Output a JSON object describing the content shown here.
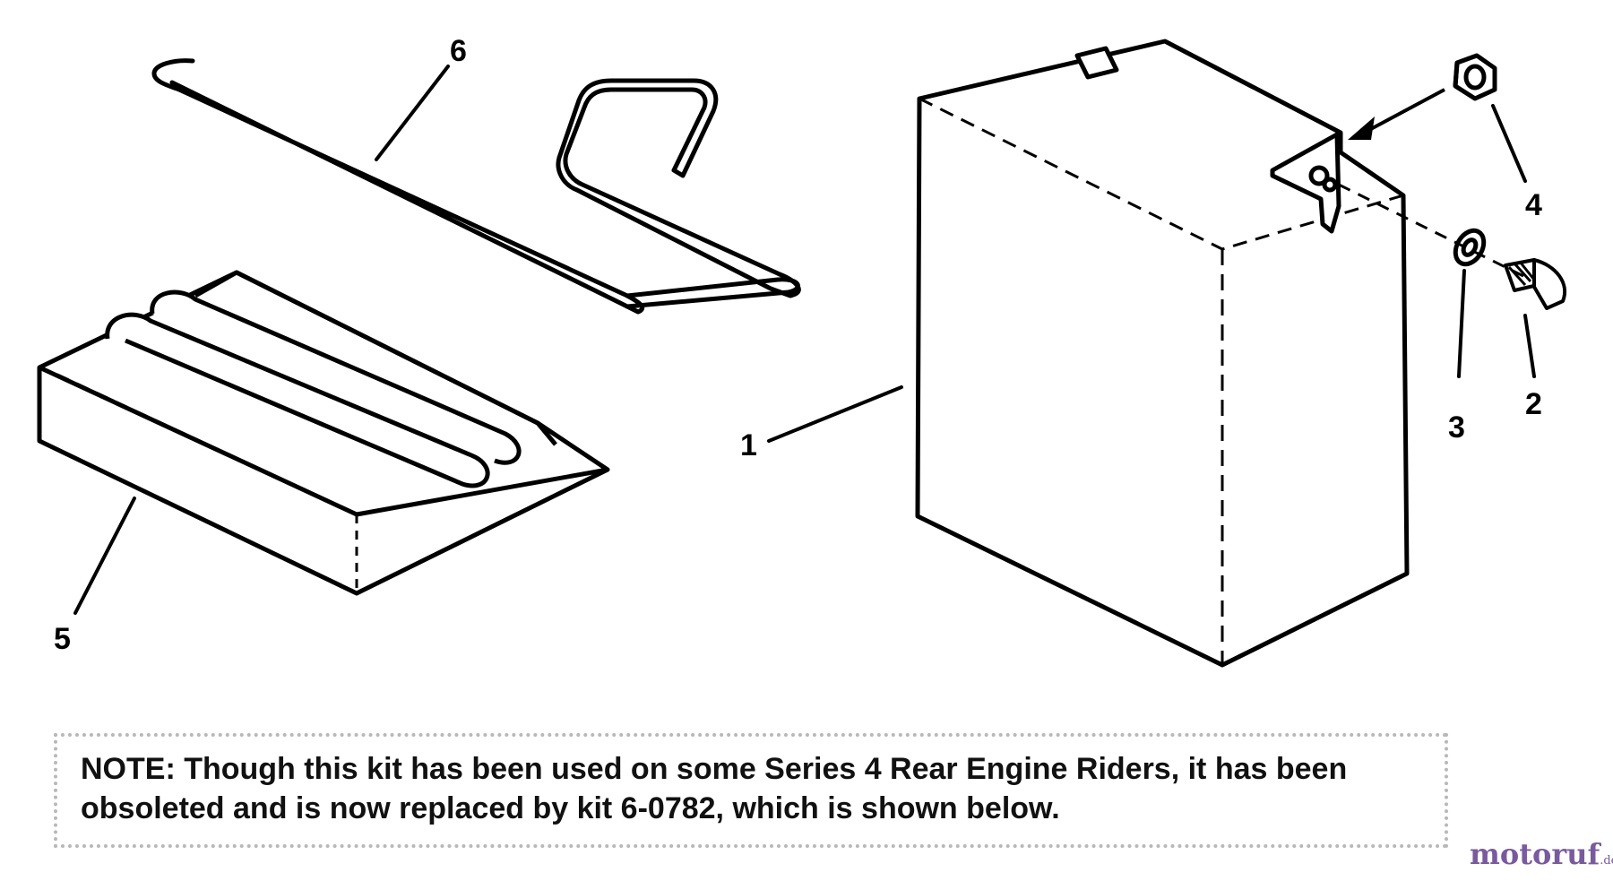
{
  "callouts": [
    {
      "id": "callout-1",
      "label": "1"
    },
    {
      "id": "callout-2",
      "label": "2"
    },
    {
      "id": "callout-3",
      "label": "3"
    },
    {
      "id": "callout-4",
      "label": "4"
    },
    {
      "id": "callout-5",
      "label": "5"
    },
    {
      "id": "callout-6",
      "label": "6"
    }
  ],
  "note": {
    "text": "NOTE: Though this kit has been used on some Series 4 Rear Engine Riders, it has been obsoleted and is now replaced by kit 6-0782, which is shown below."
  },
  "watermark": {
    "brand": "motoruf",
    "tld": ".de"
  }
}
